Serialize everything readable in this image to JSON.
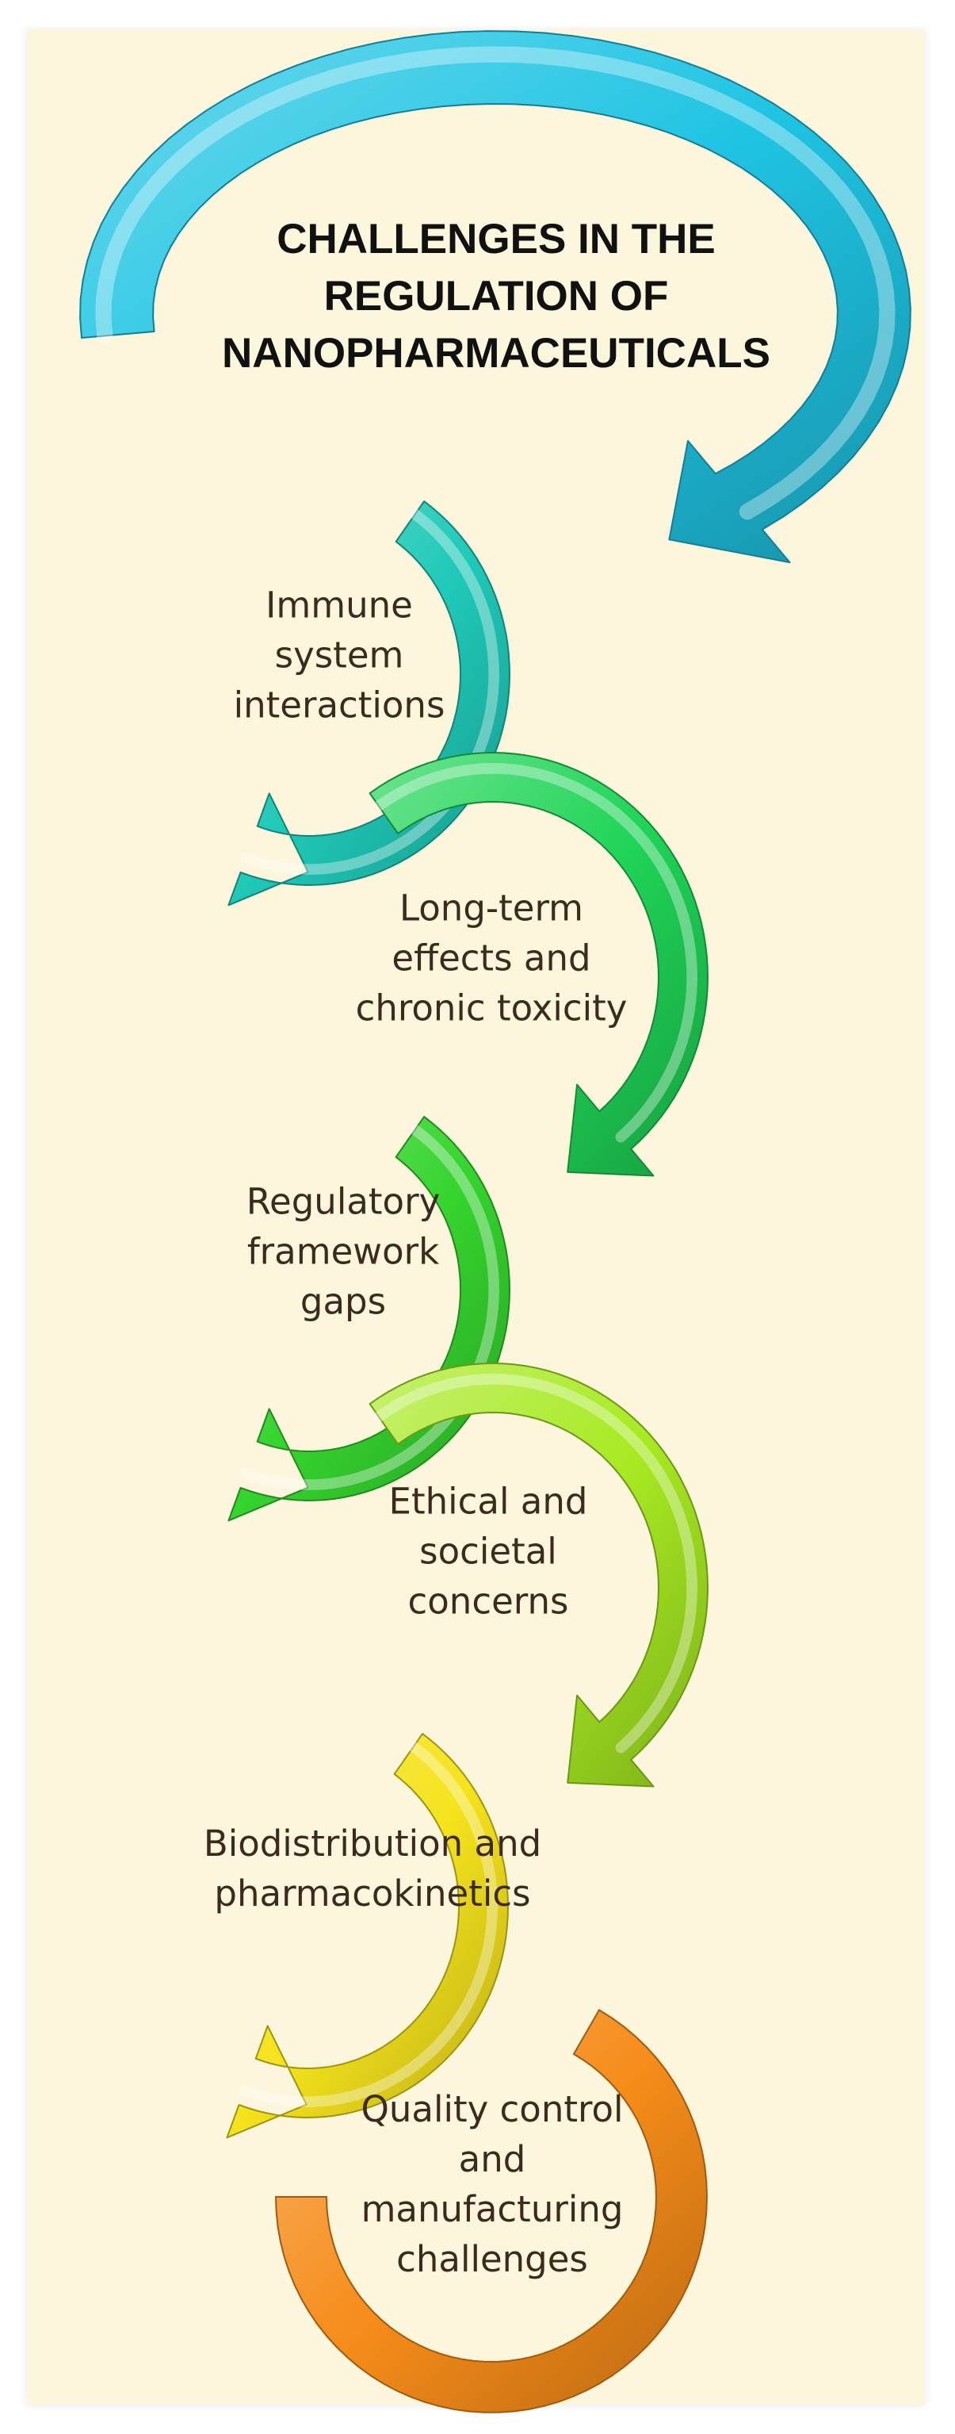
{
  "title": {
    "lines": [
      "CHALLENGES IN THE",
      "REGULATION OF",
      "NANOPHARMACEUTICALS"
    ]
  },
  "steps": [
    {
      "lines": [
        "Immune",
        "system",
        "interactions"
      ],
      "color": "#1fc9b8"
    },
    {
      "lines": [
        "Long-term",
        "effects and",
        "chronic toxicity"
      ],
      "color": "#1fd456"
    },
    {
      "lines": [
        "Regulatory",
        "framework",
        "gaps"
      ],
      "color": "#35d42e"
    },
    {
      "lines": [
        "Ethical and",
        "societal",
        "concerns"
      ],
      "color": "#a8ea22"
    },
    {
      "lines": [
        "Biodistribution and",
        "pharmacokinetics"
      ],
      "color": "#f5e31c"
    },
    {
      "lines": [
        "Quality control",
        "and",
        "manufacturing",
        "challenges"
      ],
      "color": "#f68c19"
    }
  ],
  "colors": {
    "title_arrow": "#1fc4e3",
    "background": "#fcf6dc"
  }
}
